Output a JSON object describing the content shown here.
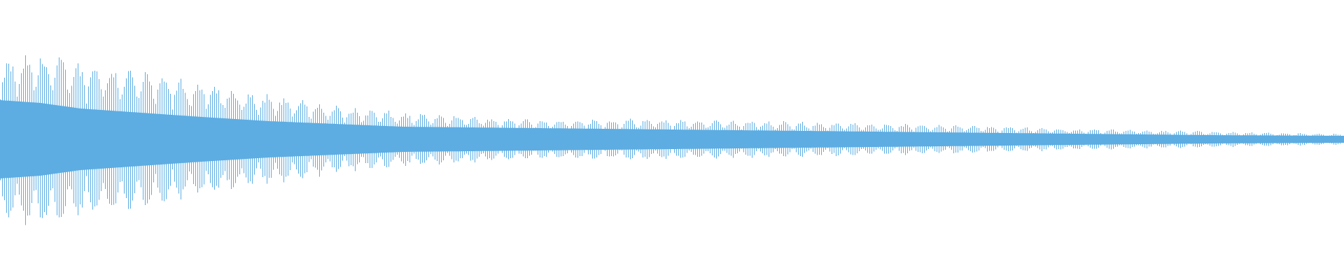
{
  "chart_data": {
    "type": "area",
    "kind": "audio-waveform",
    "title": "",
    "xlabel": "",
    "ylabel": "",
    "axes_visible": false,
    "grid": false,
    "legend": "none",
    "ylim": [
      -1,
      1
    ],
    "x_domain": [
      0,
      1
    ],
    "series": [
      {
        "color": "#5DADE2",
        "envelope": {
          "x": [
            0.0,
            0.03,
            0.06,
            0.09,
            0.12,
            0.15,
            0.2,
            0.25,
            0.3,
            0.4,
            0.5,
            0.6,
            0.7,
            0.8,
            0.9,
            1.0
          ],
          "peak": [
            0.58,
            0.66,
            0.58,
            0.55,
            0.48,
            0.42,
            0.34,
            0.25,
            0.2,
            0.15,
            0.15,
            0.13,
            0.11,
            0.08,
            0.06,
            0.04
          ],
          "core": [
            0.28,
            0.26,
            0.22,
            0.2,
            0.18,
            0.16,
            0.13,
            0.11,
            0.09,
            0.08,
            0.07,
            0.06,
            0.05,
            0.04,
            0.03,
            0.025
          ]
        },
        "beat_cycles": 78
      }
    ]
  }
}
